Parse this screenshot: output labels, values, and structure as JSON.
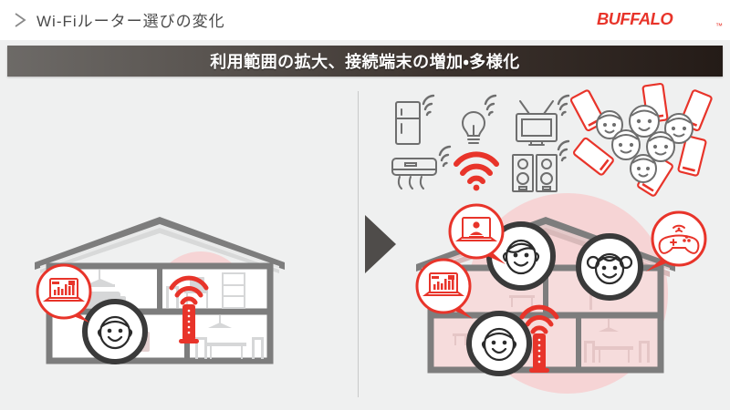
{
  "header": {
    "chevron_icon": "chevron-right-icon",
    "title": "Wi-Fiルーター選びの変化",
    "logo_text": "BUFFALO",
    "logo_tm": "™",
    "logo_color": "#e8342a",
    "title_color": "#4a4a4a"
  },
  "banner": {
    "text": "利用範囲の拡大、接続端末の増加・多様化",
    "gradient_from": "#6d6a67",
    "gradient_to": "#241b17",
    "text_color": "#ffffff"
  },
  "divider": {
    "arrow_icon": "arrow-right-triangle",
    "arrow_color": "#4f4c4a",
    "line_color": "#c9c9c9"
  },
  "left_panel": {
    "label": "before-single-device-house",
    "house": {
      "outline_color": "#7d7d7d",
      "wall_color": "#ffffff",
      "roof_color": "#e9eaea"
    },
    "coverage_circle": {
      "color": "#f7cfd0",
      "radius": 52
    },
    "router": {
      "icon": "wifi-router-icon",
      "color": "#e8342a",
      "wave_count": 3
    },
    "people": [
      {
        "icon": "boy-face-icon",
        "ring_color": "#3a3a3a"
      }
    ],
    "badges": [
      {
        "icon": "laptop-chart-icon",
        "color": "#e8342a",
        "tail": "down-right"
      }
    ]
  },
  "right_panel": {
    "label": "after-many-devices-house",
    "house": {
      "outline_color": "#7d7d7d",
      "wall_color": "#f6dcdc",
      "roof_color": "#e3c9c9"
    },
    "coverage_circle": {
      "color": "#f7cfd0",
      "radius": 110
    },
    "router": {
      "icon": "wifi-router-icon",
      "color": "#e8342a",
      "wave_count": 3
    },
    "people": [
      {
        "icon": "boy-face-icon",
        "ring_color": "#3a3a3a"
      },
      {
        "icon": "woman-face-icon",
        "ring_color": "#3a3a3a"
      },
      {
        "icon": "girl-face-icon",
        "ring_color": "#3a3a3a"
      }
    ],
    "badges": [
      {
        "icon": "laptop-videocall-icon",
        "color": "#e8342a",
        "tail": "down-right"
      },
      {
        "icon": "laptop-chart-icon",
        "color": "#e8342a",
        "tail": "down-right"
      },
      {
        "icon": "game-controller-icon",
        "color": "#e8342a",
        "tail": "down-left"
      }
    ],
    "smart_devices": [
      {
        "icon": "refrigerator-icon",
        "color": "#6e6e6e",
        "wifi": true
      },
      {
        "icon": "light-bulb-icon",
        "color": "#6e6e6e",
        "wifi": true
      },
      {
        "icon": "television-icon",
        "color": "#6e6e6e",
        "wifi": true
      },
      {
        "icon": "air-conditioner-icon",
        "color": "#6e6e6e",
        "wifi": true
      },
      {
        "icon": "wifi-symbol-icon",
        "color": "#e8342a",
        "wifi": false
      },
      {
        "icon": "speakers-icon",
        "color": "#6e6e6e",
        "wifi": true
      }
    ],
    "people_cluster": {
      "face_count": 6,
      "phone_count": 6,
      "face_color": "#6e6e6e",
      "phone_color": "#e8342a"
    }
  },
  "colors": {
    "page_background": "#eff0f0",
    "accent_red": "#e8342a",
    "gray_line": "#7d7d7d",
    "pink_fill": "#f7cfd0"
  }
}
